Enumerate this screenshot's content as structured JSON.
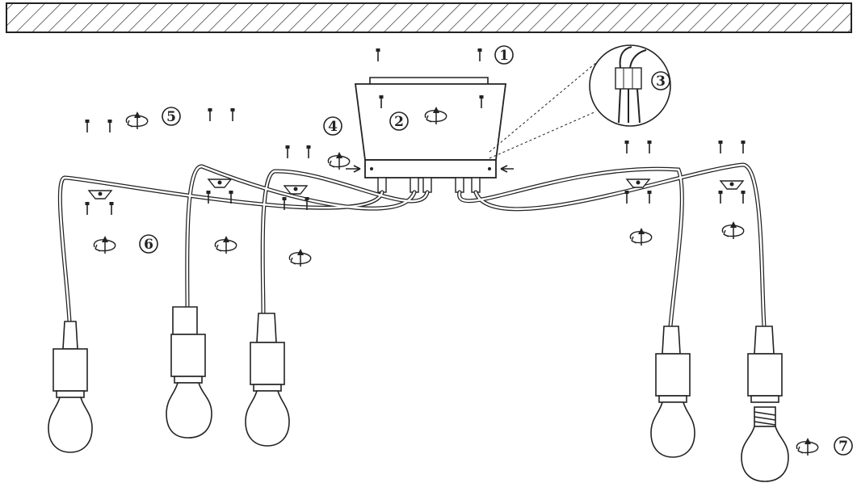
{
  "steps": [
    {
      "id": "1",
      "label": "1"
    },
    {
      "id": "2",
      "label": "2"
    },
    {
      "id": "3",
      "label": "3"
    },
    {
      "id": "4",
      "label": "4"
    },
    {
      "id": "5",
      "label": "5"
    },
    {
      "id": "6",
      "label": "6"
    },
    {
      "id": "7",
      "label": "7"
    }
  ],
  "colors": {
    "line": "#222222",
    "background": "#ffffff"
  },
  "icons": [
    "ceiling-hatch-icon",
    "screw-icon",
    "rotate-arrow-icon",
    "terminal-block-icon",
    "light-bulb-icon",
    "lamp-socket-icon"
  ]
}
